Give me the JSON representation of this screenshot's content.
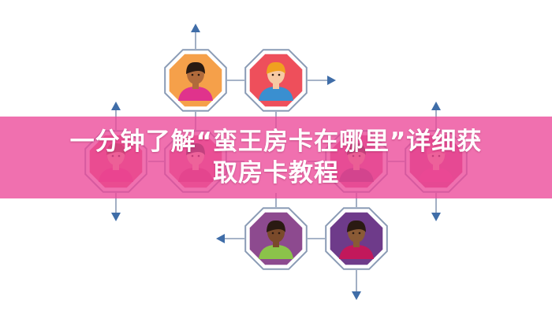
{
  "banner": {
    "line1": "一分钟了解“蛮王房卡在哪里”详细获",
    "line2": "取房卡教程",
    "color": "#ec4899"
  },
  "avatars": [
    {
      "name": "avatar-woman-orange",
      "bg": "#f5a04a",
      "skin": "#b06a3b",
      "hair": "#2a1a12",
      "shirt": "#e0338c"
    },
    {
      "name": "avatar-man-red",
      "bg": "#ee4f5b",
      "skin": "#f6c9a3",
      "hair": "#f0a020",
      "shirt": "#3a8fd0"
    },
    {
      "name": "avatar-woman-pink-left",
      "bg": "#e45b78",
      "skin": "#f2b493",
      "hair": "#7a3b1e",
      "shirt": "#e13a74"
    },
    {
      "name": "avatar-woman-pink-2",
      "bg": "#e56b88",
      "skin": "#f3c3a1",
      "hair": "#2f2a25",
      "shirt": "#c83b6b"
    },
    {
      "name": "avatar-man-beard",
      "bg": "#d75a8a",
      "skin": "#e8b08a",
      "hair": "#3a2418",
      "shirt": "#7b3a6a"
    },
    {
      "name": "avatar-woman-pink-right",
      "bg": "#d34d7f",
      "skin": "#f2b9a0",
      "hair": "#f07a90",
      "shirt": "#e24b86"
    },
    {
      "name": "avatar-man-purple",
      "bg": "#8d4a8f",
      "skin": "#7a4a2a",
      "hair": "#2a1a12",
      "shirt": "#8bc34a"
    },
    {
      "name": "avatar-woman-purple",
      "bg": "#6e3b8a",
      "skin": "#8a5a35",
      "hair": "#2a1a12",
      "shirt": "#c2185b"
    }
  ],
  "colors": {
    "line": "#8a9bb5",
    "arrow": "#3f6da8",
    "octagon_border": "#8a9bb5"
  }
}
